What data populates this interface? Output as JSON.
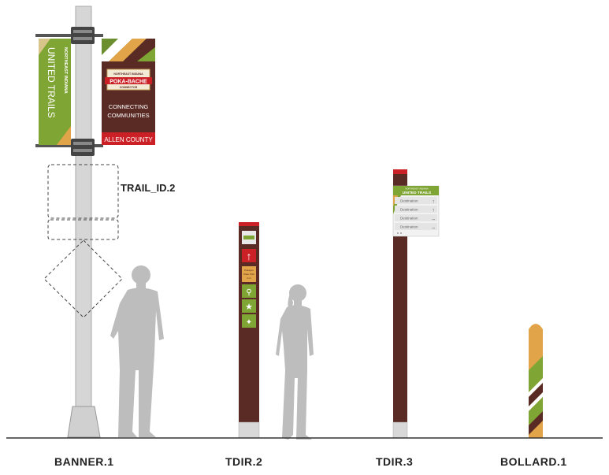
{
  "labels": {
    "banner_caption": "BANNER.1",
    "tdir2_caption": "TDIR.2",
    "tdir3_caption": "TDIR.3",
    "bollard_caption": "BOLLARD.1",
    "trail_id_callout": "TRAIL_ID.2"
  },
  "banner_left": {
    "subtitle": "NORTHEAST INDIANA",
    "title": "UNITED TRAILS"
  },
  "banner_right": {
    "badge_top": "NORTHEAST INDIANA",
    "badge_name": "POKA-BACHE",
    "badge_bottom": "CONNECTOR",
    "line1": "CONNECTING",
    "line2": "COMMUNITIES",
    "footer": "ALLEN COUNTY"
  },
  "tdir2_panel": {
    "destination_line1": "Pokagon",
    "destination_line2": "State Park",
    "destination_line3": "3 mi"
  },
  "tdir3_sign": {
    "header_small": "NORTHEAST INDIANA",
    "header": "UNITED TRAILS",
    "rows": [
      {
        "label": "Destination",
        "arrow": "↑"
      },
      {
        "label": "Destination",
        "arrow": "↑"
      },
      {
        "label": "Destination",
        "arrow": "→"
      },
      {
        "label": "Destination",
        "arrow": "→"
      }
    ]
  },
  "colors": {
    "pole": "#d7d7d7",
    "brown": "#5a2b25",
    "green": "#7fa534",
    "red": "#cc2027",
    "orange": "#e1a448",
    "silhouette": "#bdbdbd"
  }
}
